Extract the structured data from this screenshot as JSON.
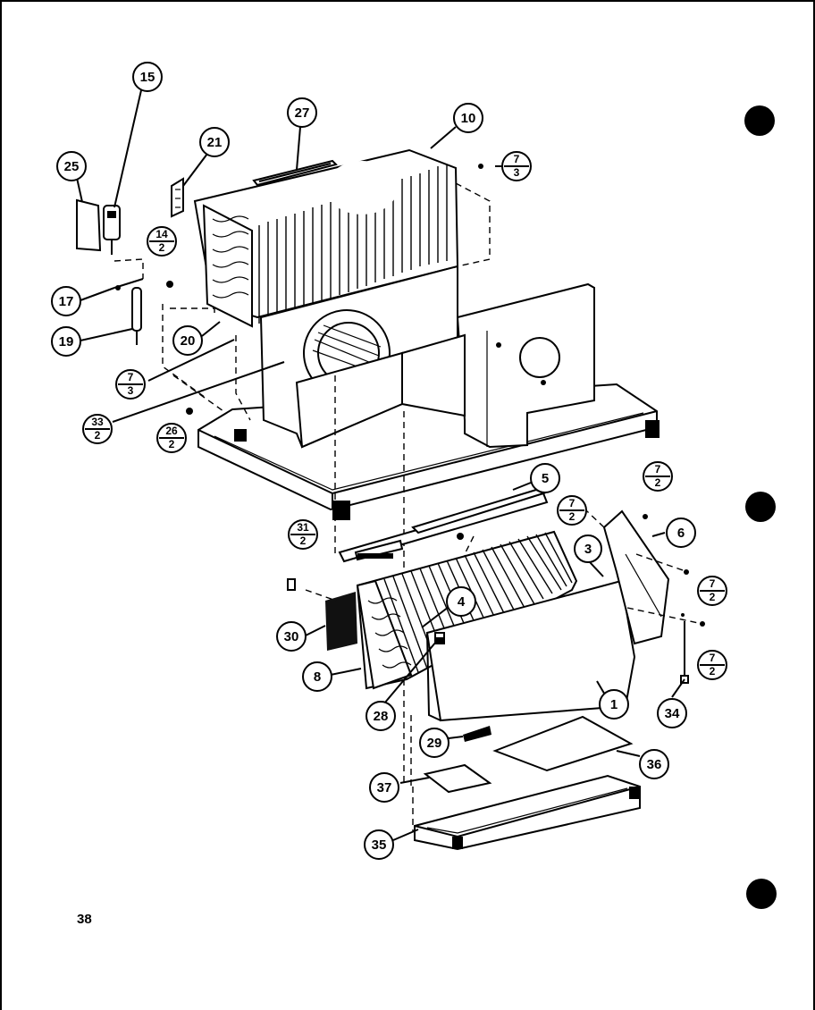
{
  "page_number": "38",
  "callouts": [
    {
      "label": "15"
    },
    {
      "label": "25"
    },
    {
      "label": "21"
    },
    {
      "label": "27"
    },
    {
      "label": "10"
    },
    {
      "label": "17"
    },
    {
      "label": "19"
    },
    {
      "label": "20"
    },
    {
      "label": "5"
    },
    {
      "label": "3"
    },
    {
      "label": "6"
    },
    {
      "label": "4"
    },
    {
      "label": "30"
    },
    {
      "label": "8"
    },
    {
      "label": "28"
    },
    {
      "label": "1"
    },
    {
      "label": "34"
    },
    {
      "label": "29"
    },
    {
      "label": "36"
    },
    {
      "label": "37"
    },
    {
      "label": "35"
    }
  ],
  "fraction_callouts": [
    {
      "num": "7",
      "den": "3"
    },
    {
      "num": "14",
      "den": "2"
    },
    {
      "num": "7",
      "den": "3"
    },
    {
      "num": "33",
      "den": "2"
    },
    {
      "num": "26",
      "den": "2"
    },
    {
      "num": "7",
      "den": "2"
    },
    {
      "num": "7",
      "den": "2"
    },
    {
      "num": "31",
      "den": "2"
    },
    {
      "num": "7",
      "den": "2"
    },
    {
      "num": "7",
      "den": "2"
    }
  ],
  "binder_holes": 3
}
